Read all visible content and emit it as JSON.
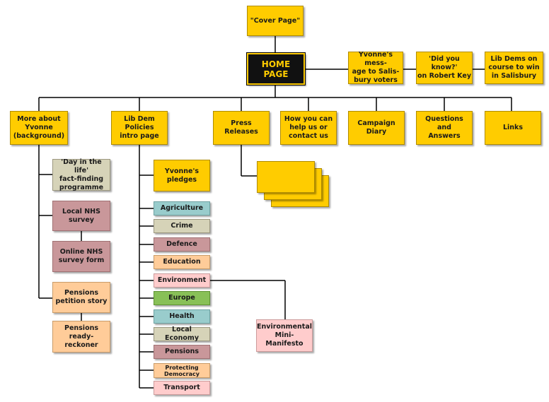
{
  "cover": "\"Cover Page\"",
  "home": "HOME\nPAGE",
  "home_links": {
    "yvonne_message": "Yvonne's mess-\nage to Salis-\nbury voters",
    "did_you_know": "'Did you know?'\non Robert Key",
    "lib_dems_course": "Lib Dems on\ncourse to win\nin Salisbury"
  },
  "sections": {
    "more_about": "More about\nYvonne\n(background)",
    "policies_intro": "Lib Dem\nPolicies\nintro page",
    "press_releases": "Press\nReleases",
    "how_help": "How you can\nhelp us or\ncontact us",
    "campaign_diary": "Campaign\nDiary",
    "questions": "Questions\nand\nAnswers",
    "links": "Links"
  },
  "about_children": {
    "day_in_life": "'Day in the life'\nfact-finding\nprogramme",
    "local_nhs": "Local NHS\nsurvey",
    "online_nhs": "Online NHS\nsurvey form",
    "pensions_petition": "Pensions\npetition story",
    "pensions_ready": "Pensions\nready-\nreckoner"
  },
  "policies": {
    "pledges": "Yvonne's\npledges",
    "agriculture": "Agriculture",
    "crime": "Crime",
    "defence": "Defence",
    "education": "Education",
    "environment": "Environment",
    "europe": "Europe",
    "health": "Health",
    "local_economy": "Local Economy",
    "pensions": "Pensions",
    "protecting_democracy": "Protecting\nDemocracy",
    "transport": "Transport"
  },
  "environment_child": "Environmental\nMini-\nManifesto",
  "colors": {
    "yellow": "#ffcc00",
    "home_bg": "#111111",
    "olive": "#d6d3b8",
    "mauve": "#c9979a",
    "peach": "#ffcc99",
    "teal": "#99cccc",
    "pink": "#ffcccc",
    "green": "#88c057"
  }
}
